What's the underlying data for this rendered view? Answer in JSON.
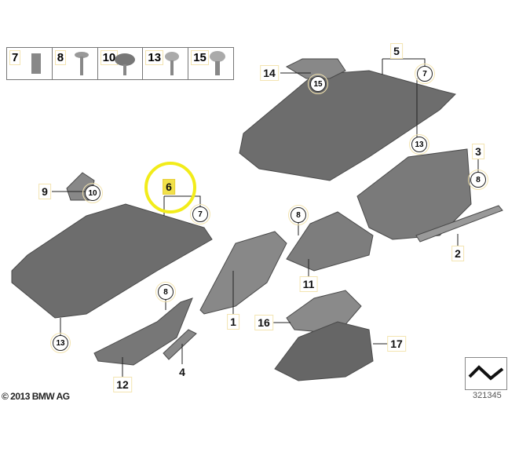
{
  "parts_table": [
    {
      "number": "7",
      "icon": "clip-nut-icon"
    },
    {
      "number": "8",
      "icon": "tapping-screw-icon"
    },
    {
      "number": "10",
      "icon": "hex-collar-screw-icon"
    },
    {
      "number": "13",
      "icon": "oval-head-screw-icon"
    },
    {
      "number": "15",
      "icon": "torx-screw-icon"
    }
  ],
  "callouts": {
    "p1": "1",
    "p2": "2",
    "p3": "3",
    "p4": "4",
    "p5": "5",
    "p6": "6",
    "p9": "9",
    "p11": "11",
    "p12": "12",
    "p14": "14",
    "p16": "16",
    "p17": "17",
    "c7a": "7",
    "c7b": "7",
    "c8a": "8",
    "c8b": "8",
    "c8c": "8",
    "c10": "10",
    "c13a": "13",
    "c13b": "13",
    "c15": "15"
  },
  "highlight_color": "#f1e14a",
  "copyright": "© 2013 BMW AG",
  "image_number": "321345"
}
